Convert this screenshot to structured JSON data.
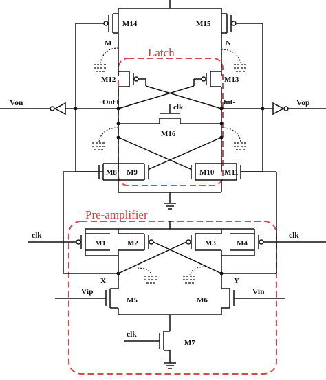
{
  "groups": {
    "latch": "Latch",
    "preamp": "Pre-amplifier"
  },
  "transistors": {
    "m1": "M1",
    "m2": "M2",
    "m3": "M3",
    "m4": "M4",
    "m5": "M5",
    "m6": "M6",
    "m7": "M7",
    "m8": "M8",
    "m9": "M9",
    "m10": "M10",
    "m11": "M11",
    "m12": "M12",
    "m13": "M13",
    "m14": "M14",
    "m15": "M15",
    "m16": "M16"
  },
  "nodes": {
    "m": "M",
    "n": "N",
    "x": "X",
    "y": "Y",
    "out_plus": "Out+",
    "out_minus": "Out-"
  },
  "pins": {
    "von": "Von",
    "vop": "Vop",
    "vip": "Vip",
    "vin": "Vin",
    "clk_m16": "clk",
    "clk_left": "clk",
    "clk_right": "clk",
    "clk_m7": "clk"
  },
  "colors": {
    "wire": "#111111",
    "group_box": "#d84a4a"
  }
}
